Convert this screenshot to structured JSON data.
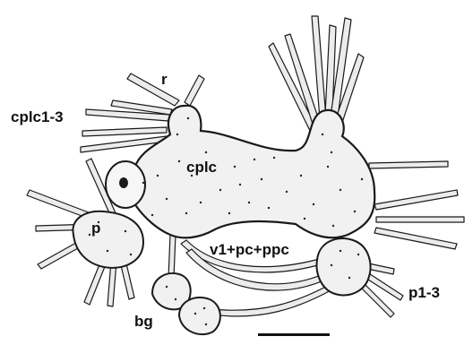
{
  "figure": {
    "labels": {
      "r": "r",
      "cplc1_3": "cplc1-3",
      "cplc": "cplc",
      "p": "p",
      "v1_pc_ppc": "v1+pc+ppc",
      "bg": "bg",
      "p1_3": "p1-3"
    },
    "colors": {
      "outline": "#1a1a1a",
      "body_fill": "#f1f1f1",
      "bristle_fill": "#ececec",
      "stipple": "#222222"
    }
  }
}
